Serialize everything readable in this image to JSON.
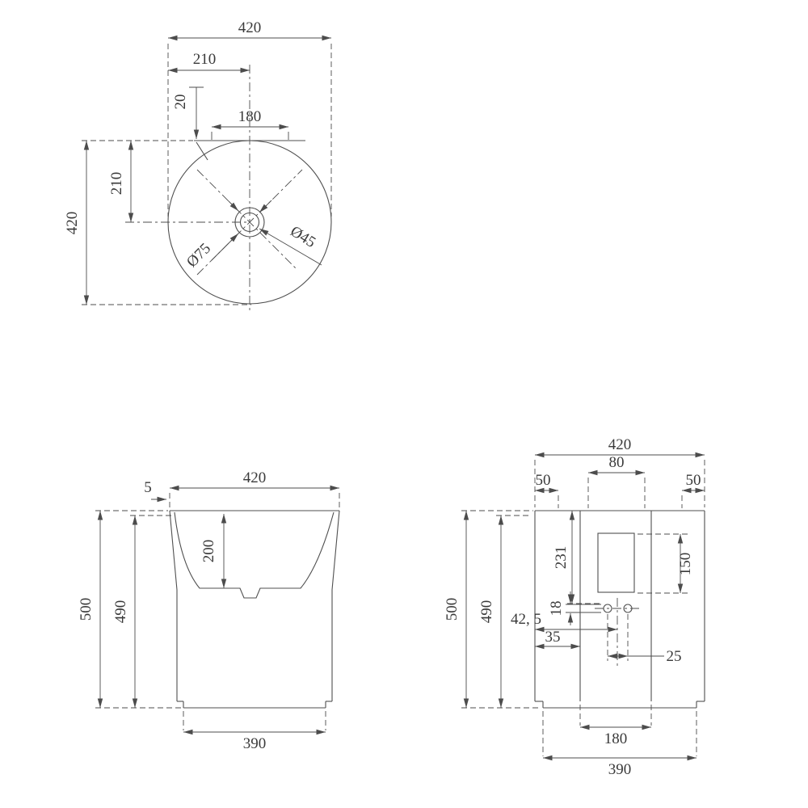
{
  "colors": {
    "background": "#ffffff",
    "line": "#4f4f4f",
    "text": "#3a3a3a"
  },
  "views": {
    "top": {
      "width": "420",
      "half_width": "210",
      "edge_offset": "20",
      "deck_width": "180",
      "half_depth": "210",
      "depth": "420",
      "drain_outer_dia": "Ø75",
      "drain_inner_dia": "Ø45"
    },
    "front": {
      "width": "420",
      "rim_offset": "5",
      "bowl_depth": "200",
      "height": "500",
      "inner_height": "490",
      "base_width": "390"
    },
    "side": {
      "width": "420",
      "slot_width": "80",
      "margin_left": "50",
      "margin_right": "50",
      "height": "500",
      "inner_height": "490",
      "top_to_holes": "231",
      "panel_height": "150",
      "hole_dia": "18",
      "offset_a": "42, 5",
      "offset_b": "35",
      "hole_spacing": "25",
      "base_slot_width": "180",
      "base_width": "390"
    }
  }
}
